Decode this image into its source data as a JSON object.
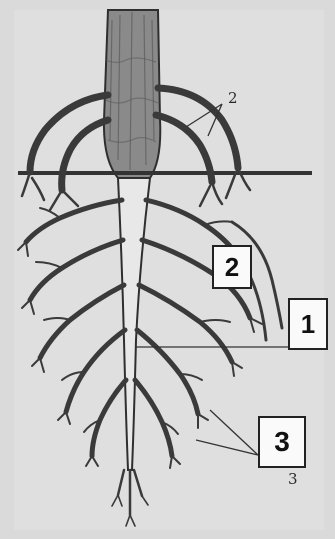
{
  "figure": {
    "printed_labels": {
      "top_right_small": "2",
      "bottom_right_small": "3"
    },
    "boxed_labels": {
      "box_a": "2",
      "box_b": "1",
      "box_c": "3"
    }
  },
  "colors": {
    "background": "#d9d9d9",
    "line": "#3a3a3a",
    "box_fill": "#fafafa",
    "box_border": "#222222"
  }
}
